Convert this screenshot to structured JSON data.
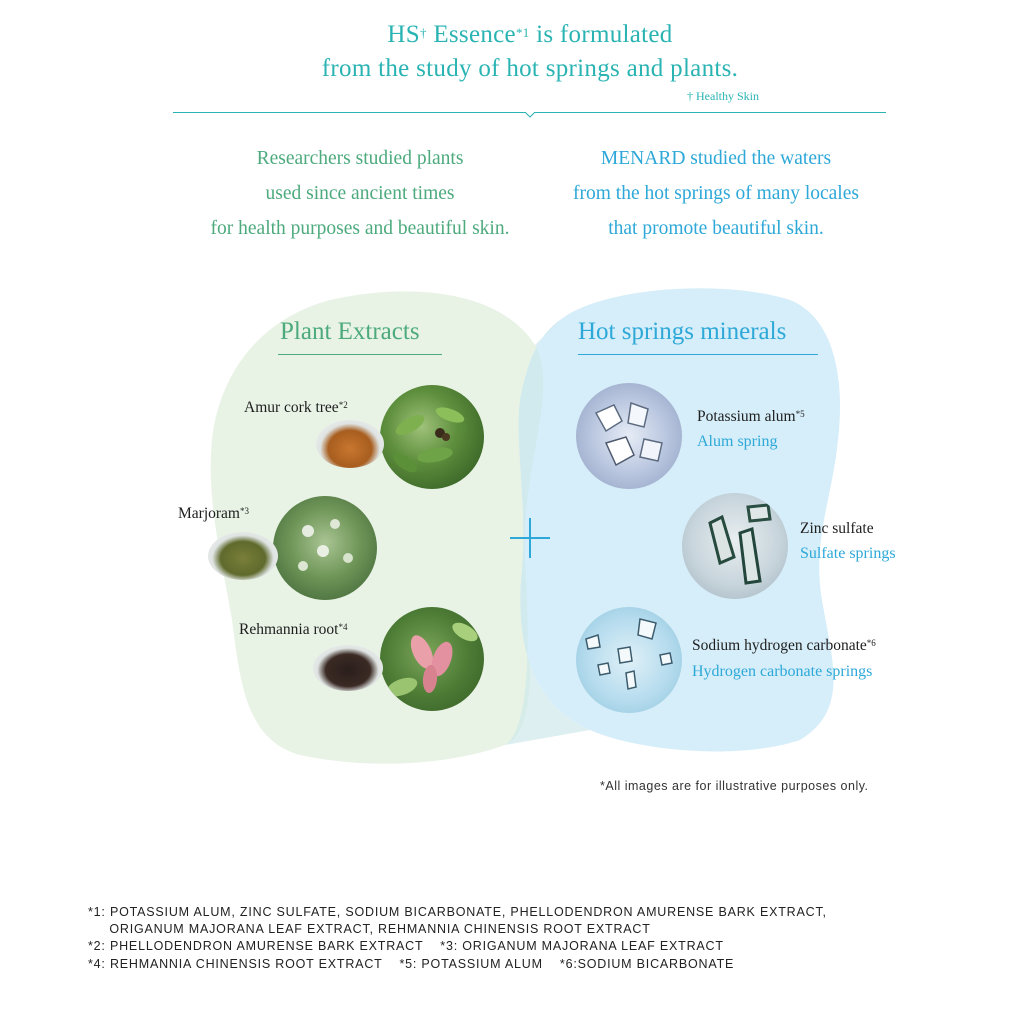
{
  "header": {
    "line1_prefix": "HS",
    "line1_dagger": "†",
    "line1_name": " Essence",
    "line1_note": "*1",
    "line1_suffix": " is formulated",
    "line2": "from the study of hot springs and plants.",
    "dagger_note": "† Healthy Skin"
  },
  "intro": {
    "plants": [
      "Researchers studied plants",
      "used since ancient times",
      "for health purposes and beautiful skin."
    ],
    "waters": [
      "MENARD studied the waters",
      "from the hot springs of many locales",
      "that promote beautiful skin."
    ]
  },
  "plant_extracts": {
    "title": "Plant Extracts",
    "items": [
      {
        "name": "Amur cork tree",
        "note": "*2"
      },
      {
        "name": "Marjoram",
        "note": "*3"
      },
      {
        "name": "Rehmannia root",
        "note": "*4"
      }
    ]
  },
  "plus_symbol": "+",
  "minerals": {
    "title": "Hot springs minerals",
    "items": [
      {
        "name": "Potassium alum",
        "note": "*5",
        "spring": "Alum spring"
      },
      {
        "name": "Zinc sulfate",
        "note": "",
        "spring": "Sulfate springs"
      },
      {
        "name": "Sodium hydrogen carbonate",
        "note": "*6",
        "spring": "Hydrogen carbonate springs"
      }
    ]
  },
  "disclaimer": "*All images are for illustrative purposes only.",
  "legal": [
    "*1: POTASSIUM ALUM, ZINC SULFATE, SODIUM BICARBONATE, PHELLODENDRON AMURENSE BARK EXTRACT,",
    "     ORIGANUM MAJORANA LEAF EXTRACT, REHMANNIA CHINENSIS ROOT EXTRACT",
    "*2: PHELLODENDRON AMURENSE BARK EXTRACT    *3: ORIGANUM MAJORANA LEAF EXTRACT",
    "*4: REHMANNIA CHINENSIS ROOT EXTRACT    *5: POTASSIUM ALUM    *6:SODIUM BICARBONATE"
  ],
  "colors": {
    "title_teal": "#2ab3b3",
    "green": "#4daa7d",
    "blue": "#2da8d8",
    "green_blob": "#e8f3e6",
    "blue_blob": "#d6eef9"
  }
}
